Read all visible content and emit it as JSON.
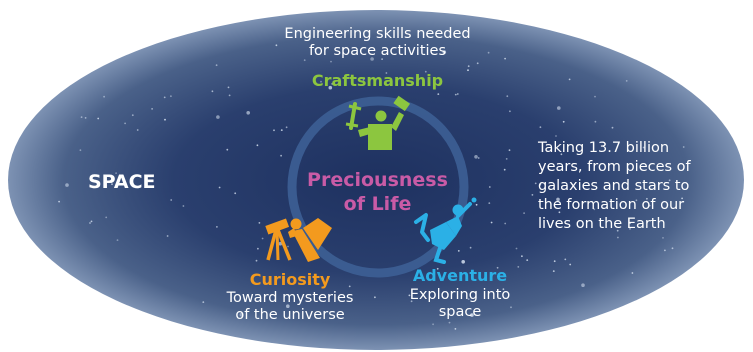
{
  "space_label": "SPACE",
  "craftsmanship": {
    "title": "Craftsmanship",
    "description_line1": "Engineering skills needed",
    "description_line2": "for space activities"
  },
  "center": {
    "line1": "Preciousness",
    "line2": "of Life"
  },
  "right_description": {
    "lines": [
      "Taking 13.7 billion",
      "years, from pieces of",
      "galaxies and stars to",
      "the formation of our",
      "lives on the Earth"
    ]
  },
  "curiosity": {
    "title": "Curiosity",
    "description_line1": "Toward mysteries",
    "description_line2": "of the universe"
  },
  "adventure": {
    "title": "Adventure",
    "description_line1": "Exploring into",
    "description_line2": "space"
  },
  "colors": {
    "space_dark": "#1e3160",
    "space_light": "#5a7196",
    "ring": "#3d5f95",
    "craftsmanship": "#8cc63f",
    "center": "#c95ba6",
    "curiosity": "#f39a1e",
    "adventure": "#2bb0e6",
    "text": "#ffffff"
  },
  "icons": [
    "craftsman-figure-icon",
    "telescope-figure-icon",
    "astronaut-figure-icon"
  ]
}
